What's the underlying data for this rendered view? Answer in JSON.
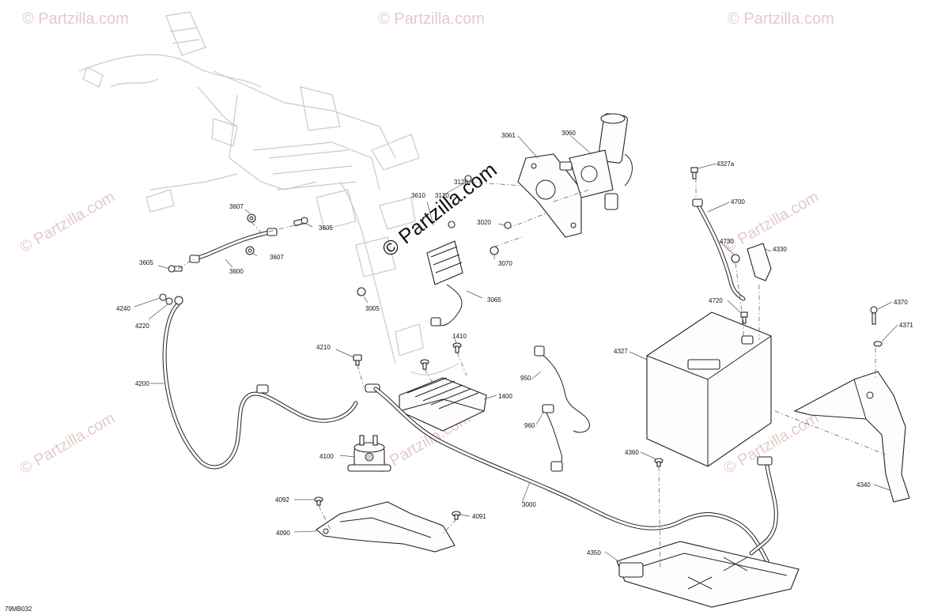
{
  "watermark": "© Partzilla.com",
  "diagram_code": "79MB032",
  "part_labels": {
    "p3061": "3061",
    "p3060": "3060",
    "p3120a": "3120",
    "p3120b": "3120",
    "p3610": "3610",
    "p3020": "3020",
    "p3070": "3070",
    "p3065": "3065",
    "p3005": "3005",
    "p3607a": "3607",
    "p3605a": "3605",
    "p3607b": "3607",
    "p3605b": "3605",
    "p3600": "3600",
    "p4240": "4240",
    "p4220": "4220",
    "p4200": "4200",
    "p4210": "4210",
    "p1410": "1410",
    "p1400": "1400",
    "p950": "950",
    "p960": "960",
    "p4100": "4100",
    "p4092": "4092",
    "p4090": "4090",
    "p4091": "4091",
    "p3000": "3000",
    "p4327a": "4327a",
    "p4700": "4700",
    "p4730": "4730",
    "p4330": "4330",
    "p4720": "4720",
    "p4327": "4327",
    "p4370": "4370",
    "p4371": "4371",
    "p4360": "4360",
    "p4340": "4340",
    "p4350": "4350"
  },
  "colors": {
    "watermark": "#e7c9c9",
    "line": "#222222",
    "ghost": "#c9c9c9"
  }
}
